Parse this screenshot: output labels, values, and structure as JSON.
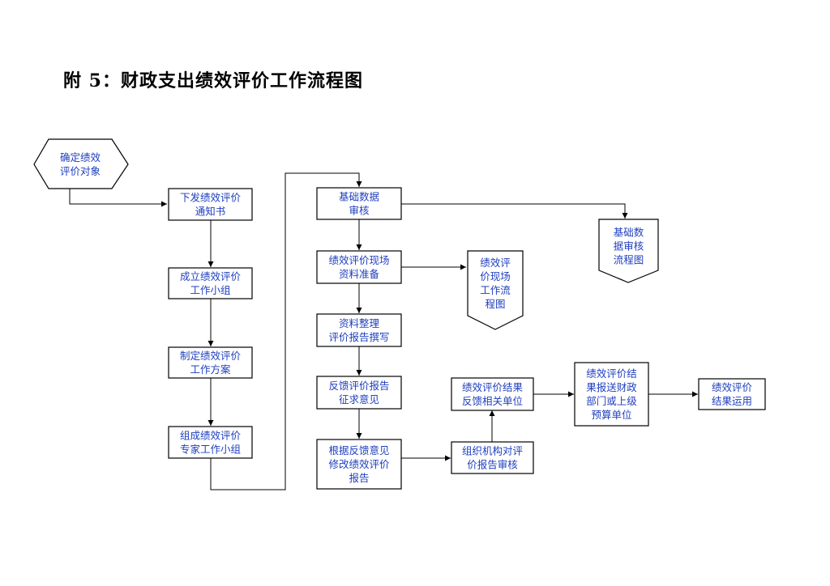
{
  "title": "附 5：财政支出绩效评价工作流程图",
  "nodes": [
    {
      "id": "n1",
      "lines": [
        "确定绩效",
        "评价对象"
      ]
    },
    {
      "id": "n2",
      "lines": [
        "下发绩效评价",
        "通知书"
      ]
    },
    {
      "id": "n3",
      "lines": [
        "成立绩效评价",
        "工作小组"
      ]
    },
    {
      "id": "n4",
      "lines": [
        "制定绩效评价",
        "工作方案"
      ]
    },
    {
      "id": "n5",
      "lines": [
        "组成绩效评价",
        "专家工作小组"
      ]
    },
    {
      "id": "n6",
      "lines": [
        "基础数据",
        "审核"
      ]
    },
    {
      "id": "n7",
      "lines": [
        "绩效评价现场",
        "资料准备"
      ]
    },
    {
      "id": "n8",
      "lines": [
        "资料整理",
        "评价报告撰写"
      ]
    },
    {
      "id": "n9",
      "lines": [
        "反馈评价报告",
        "征求意见"
      ]
    },
    {
      "id": "n10",
      "lines": [
        "根据反馈意见",
        "修改绩效评价",
        "报告"
      ]
    },
    {
      "id": "n11",
      "lines": [
        "组织机构对评",
        "价报告审核"
      ]
    },
    {
      "id": "n12",
      "lines": [
        "绩效评价结果",
        "反馈相关单位"
      ]
    },
    {
      "id": "n13",
      "lines": [
        "绩效评价结",
        "果报送财政",
        "部门或上级",
        "预算单位"
      ]
    },
    {
      "id": "n14",
      "lines": [
        "绩效评价",
        "结果运用"
      ]
    },
    {
      "id": "n15",
      "lines": [
        "基础数",
        "据审核",
        "流程图"
      ]
    },
    {
      "id": "n16",
      "lines": [
        "绩效评",
        "价现场",
        "工作流",
        "程图"
      ]
    }
  ]
}
